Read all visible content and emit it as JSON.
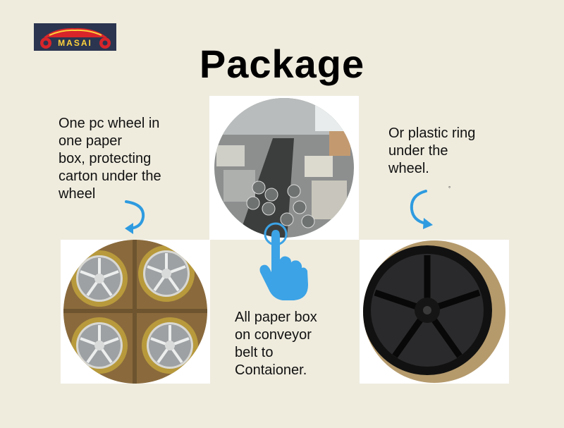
{
  "logo": {
    "text": "MASAI"
  },
  "title": "Package",
  "captions": {
    "left": "One pc wheel in\none paper\nbox, protecting\ncarton under the\nwheel",
    "right": "Or plastic ring\nunder the\nwheel.",
    "bottom": "All paper box\non conveyor\nbelt to\nContaioner."
  },
  "mark": "°",
  "colors": {
    "background": "#efecde",
    "arrow_blue": "#2e9be0",
    "hand_blue": "#3ca3e6",
    "logo_bg": "#2b3550",
    "logo_accent": "#d8252a"
  },
  "icons": [
    "curved-arrow-icon",
    "curved-arrow-icon",
    "pointing-hand-icon"
  ]
}
